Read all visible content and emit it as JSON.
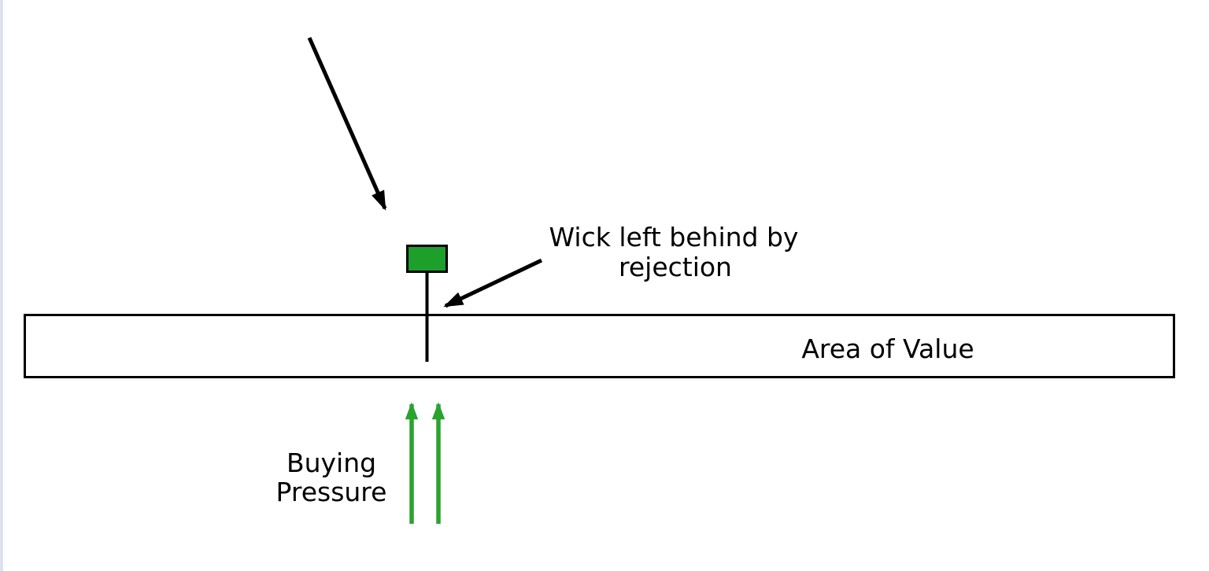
{
  "page": {
    "background_color": "#ffffff",
    "left_edge_stripe_color": "#dde2ee"
  },
  "colors": {
    "candle_fill_green": "#1e9e2b",
    "arrow_green": "#2aa32e",
    "line_black": "#000000",
    "box_fill": "#ffffff"
  },
  "annotations": {
    "wick_label_line1": "Wick left behind by",
    "wick_label_line2": "rejection",
    "area_of_value_label": "Area of Value",
    "buying_pressure_line1": "Buying",
    "buying_pressure_line2": "Pressure"
  }
}
